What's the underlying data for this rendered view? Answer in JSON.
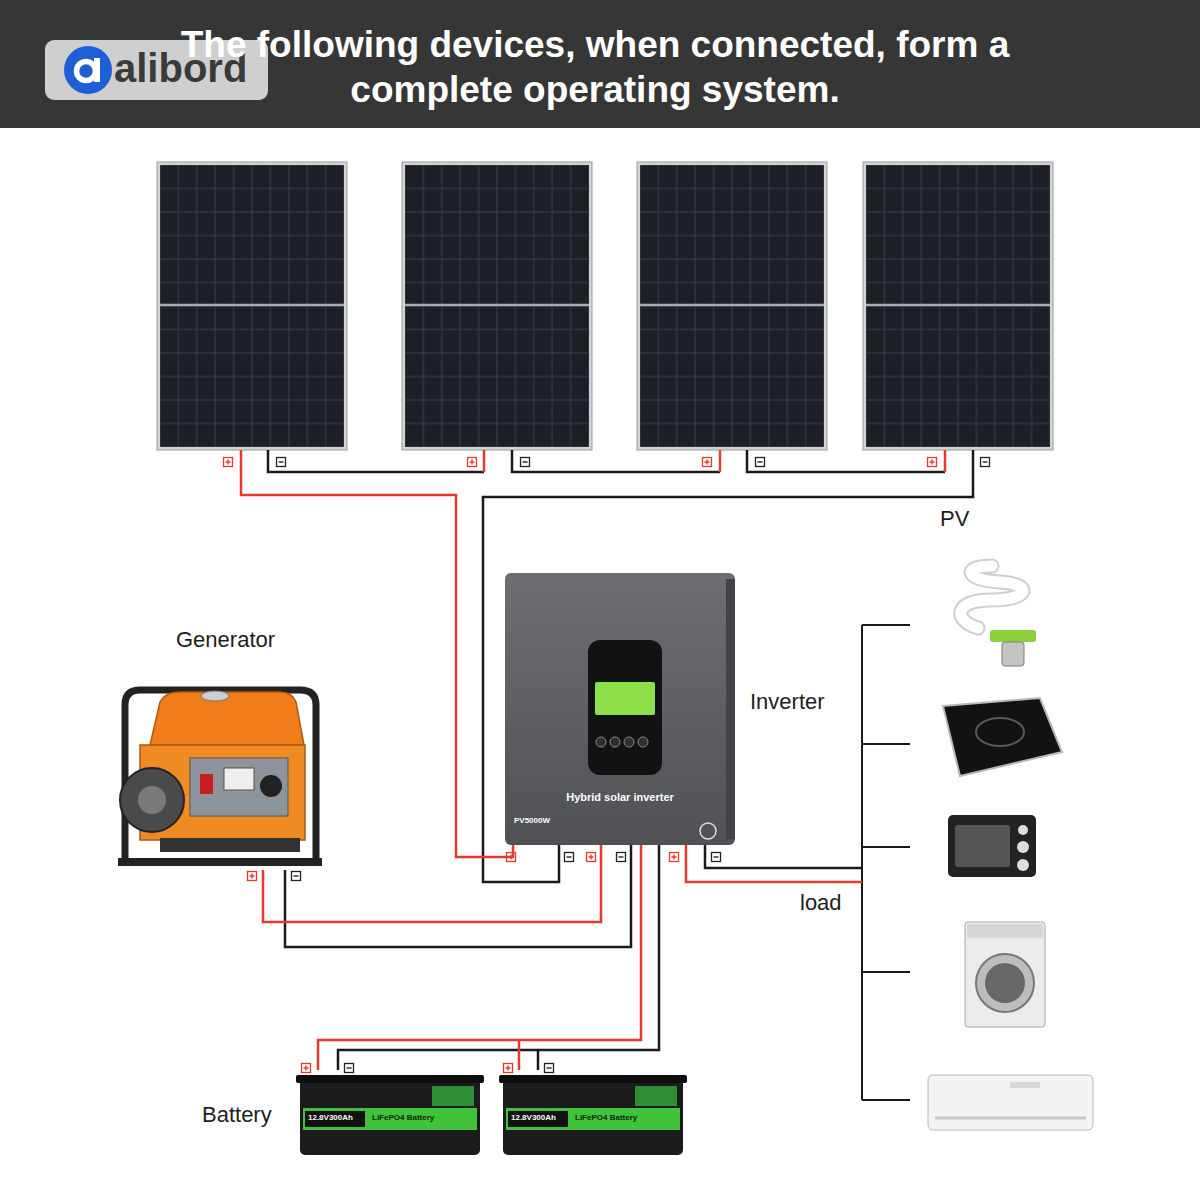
{
  "diagram": {
    "title": "The following devices, when connected, form a complete operating system.",
    "nodes": [
      {
        "text": [
          "PV"
        ]
      },
      {
        "text": [
          "Generator"
        ]
      },
      {
        "text": [
          "Inverter",
          "Hybrid solar inverter",
          "PV5000W"
        ]
      },
      {
        "text": [
          "Battery"
        ]
      },
      {
        "text": [
          "load"
        ]
      }
    ],
    "edges": [
      {
        "from": 0,
        "to": 2,
        "arrow": "none"
      },
      {
        "from": 1,
        "to": 2,
        "arrow": "none"
      },
      {
        "from": 3,
        "to": 2,
        "arrow": "none"
      },
      {
        "from": 2,
        "to": 4,
        "arrow": "none"
      }
    ],
    "labels": [
      "alibord",
      "12.8V300Ah",
      "LiFePO4 Battery",
      "12.8V300Ah",
      "LiFePO4 Battery"
    ]
  }
}
